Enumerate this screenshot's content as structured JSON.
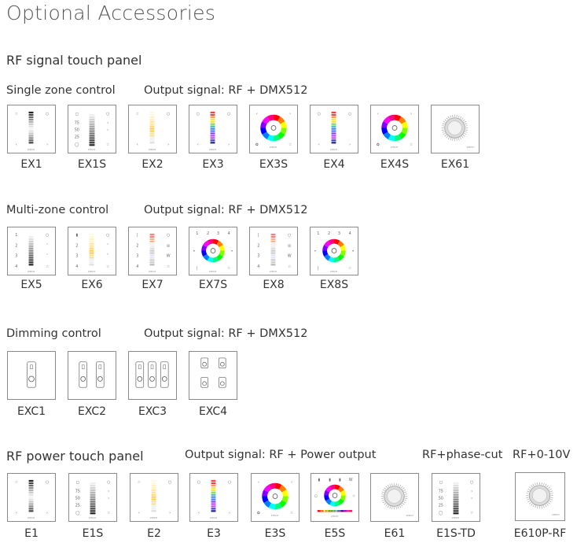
{
  "title": "Optional Accessories",
  "section_rf_signal": "RF signal touch panel",
  "rows": [
    {
      "heading": "Single zone control",
      "output": "Output signal: RF + DMX512",
      "items": [
        {
          "label": "EX1",
          "kind": "mono"
        },
        {
          "label": "EX1S",
          "kind": "monos"
        },
        {
          "label": "EX2",
          "kind": "cct"
        },
        {
          "label": "EX3",
          "kind": "rgb"
        },
        {
          "label": "EX3S",
          "kind": "wheel"
        },
        {
          "label": "EX4",
          "kind": "rgb"
        },
        {
          "label": "EX4S",
          "kind": "wheel"
        },
        {
          "label": "EX61",
          "kind": "knob"
        }
      ]
    },
    {
      "heading": "Multi-zone control",
      "output": "Output signal: RF + DMX512",
      "items": [
        {
          "label": "EX5",
          "kind": "mz"
        },
        {
          "label": "EX6",
          "kind": "mzcct"
        },
        {
          "label": "EX7",
          "kind": "mzrgb"
        },
        {
          "label": "EX7S",
          "kind": "mzwheel"
        },
        {
          "label": "EX8",
          "kind": "mzrgb"
        },
        {
          "label": "EX8S",
          "kind": "mzwheel"
        }
      ]
    },
    {
      "heading": "Dimming control",
      "output": "Output signal: RF + DMX512",
      "items": [
        {
          "label": "EXC1",
          "kind": "dim1"
        },
        {
          "label": "EXC2",
          "kind": "dim2"
        },
        {
          "label": "EXC3",
          "kind": "dim3"
        },
        {
          "label": "EXC4",
          "kind": "dim4"
        }
      ]
    }
  ],
  "power": {
    "heading": "RF power touch panel",
    "output": "Output signal: RF + Power output",
    "phase": "RF+phase-cut",
    "v010": "RF+0-10V",
    "items": [
      {
        "label": "E1",
        "kind": "mono"
      },
      {
        "label": "E1S",
        "kind": "monos"
      },
      {
        "label": "E2",
        "kind": "cct"
      },
      {
        "label": "E3",
        "kind": "rgb"
      },
      {
        "label": "E3S",
        "kind": "wheel"
      },
      {
        "label": "E5S",
        "kind": "e5s"
      },
      {
        "label": "E61",
        "kind": "knob"
      },
      {
        "label": "E1S-TD",
        "kind": "monos"
      },
      {
        "label": "E610P-RF",
        "kind": "knob"
      }
    ]
  }
}
